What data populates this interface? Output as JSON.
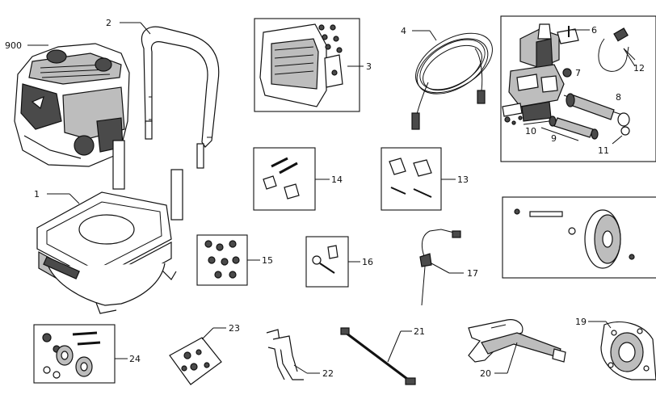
{
  "callouts": {
    "c900": "900",
    "c1": "1",
    "c2": "2",
    "c3": "3",
    "c4": "4",
    "c6": "6",
    "c7": "7",
    "c8": "8",
    "c9": "9",
    "c10": "10",
    "c11": "11",
    "c12": "12",
    "c13": "13",
    "c14": "14",
    "c15": "15",
    "c16": "16",
    "c17": "17",
    "c19": "19",
    "c20": "20",
    "c21": "21",
    "c22": "22",
    "c23": "23",
    "c24": "24"
  }
}
